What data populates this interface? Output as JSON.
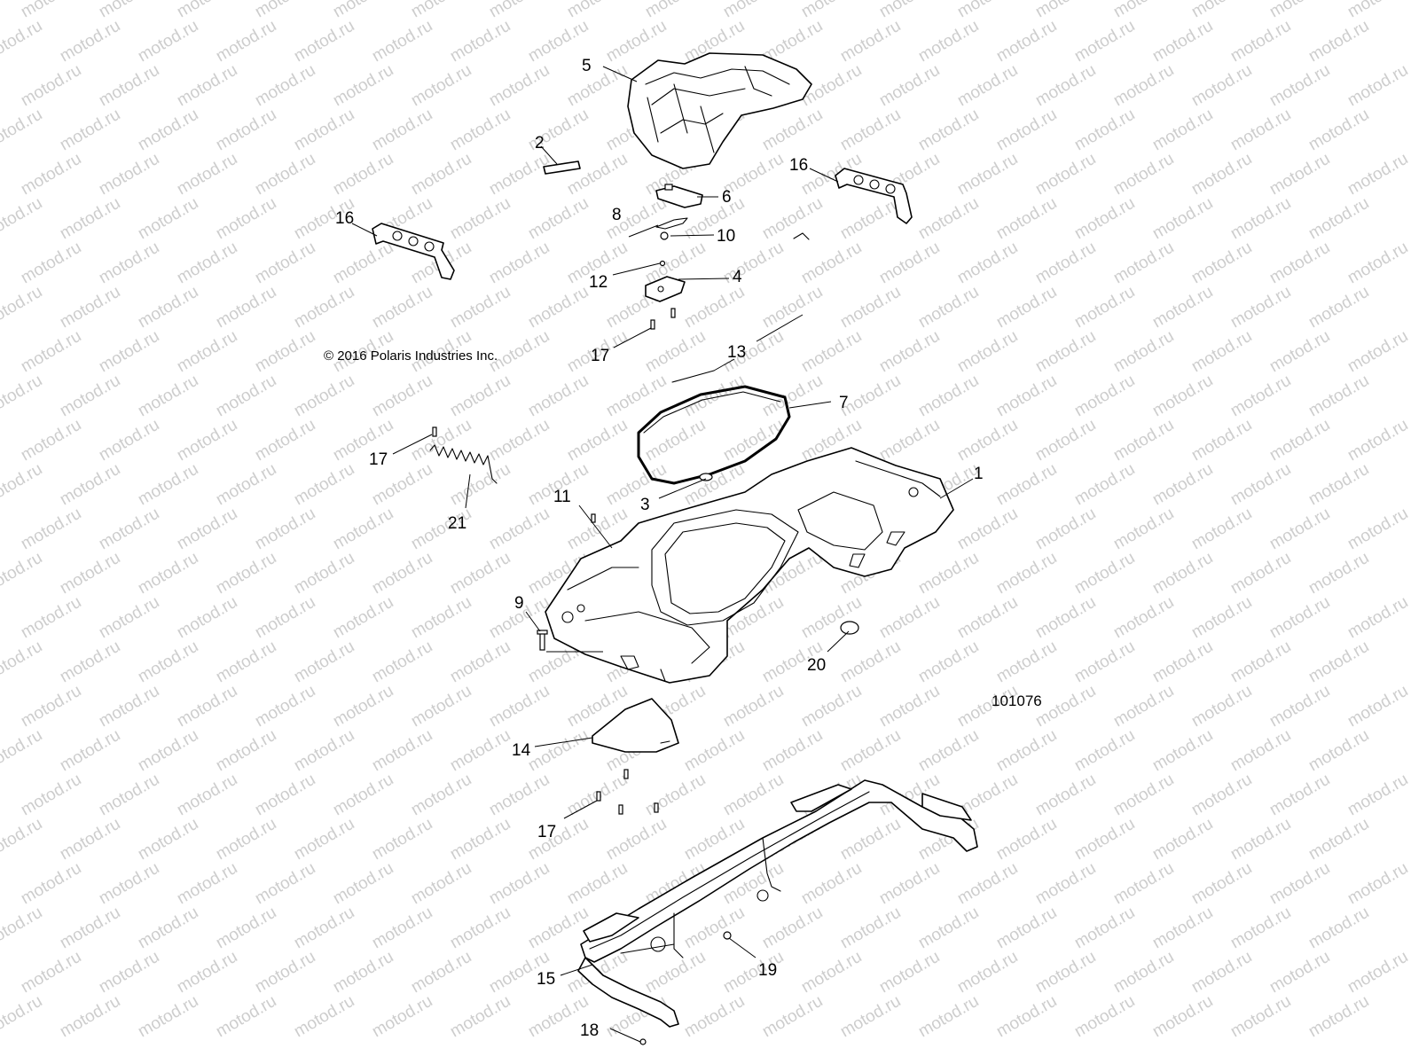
{
  "watermark": "motod.ru",
  "copyright": "© 2016 Polaris Industries Inc.",
  "figure_number": "101076",
  "callouts": [
    {
      "id": "c5",
      "label": "5"
    },
    {
      "id": "c2",
      "label": "2"
    },
    {
      "id": "c16a",
      "label": "16"
    },
    {
      "id": "c16b",
      "label": "16"
    },
    {
      "id": "c6",
      "label": "6"
    },
    {
      "id": "c8",
      "label": "8"
    },
    {
      "id": "c10",
      "label": "10"
    },
    {
      "id": "c12",
      "label": "12"
    },
    {
      "id": "c4",
      "label": "4"
    },
    {
      "id": "c17a",
      "label": "17"
    },
    {
      "id": "c13",
      "label": "13"
    },
    {
      "id": "c7",
      "label": "7"
    },
    {
      "id": "c17b",
      "label": "17"
    },
    {
      "id": "c21",
      "label": "21"
    },
    {
      "id": "c3",
      "label": "3"
    },
    {
      "id": "c1",
      "label": "1"
    },
    {
      "id": "c11",
      "label": "11"
    },
    {
      "id": "c9",
      "label": "9"
    },
    {
      "id": "c20",
      "label": "20"
    },
    {
      "id": "c14",
      "label": "14"
    },
    {
      "id": "c17c",
      "label": "17"
    },
    {
      "id": "c15",
      "label": "15"
    },
    {
      "id": "c19",
      "label": "19"
    },
    {
      "id": "c18",
      "label": "18"
    }
  ]
}
